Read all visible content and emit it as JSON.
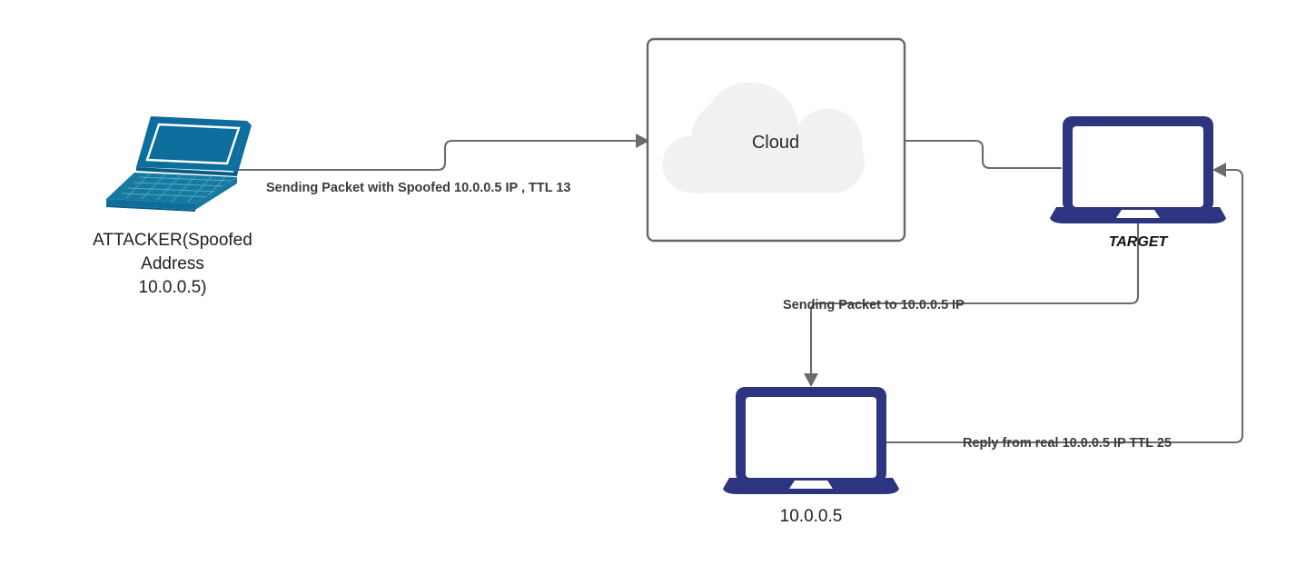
{
  "diagram": {
    "title": "IP Spoofing / TTL Reflection Network Diagram",
    "background_color": "#ffffff",
    "nodes": [
      {
        "id": "attacker",
        "icon": "laptop-isometric-icon",
        "icon_color": "#0d6d9c",
        "label_lines": [
          "ATTACKER(Spoofed",
          "Address",
          "10.0.0.5)"
        ],
        "label_style": "regular"
      },
      {
        "id": "cloud",
        "icon": "cloud-icon",
        "icon_color": "#f1f1f1",
        "frame_color": "#666666",
        "label": "Cloud",
        "label_style": "regular"
      },
      {
        "id": "target",
        "icon": "laptop-front-icon",
        "icon_color": "#2e3580",
        "label": "TARGET",
        "label_style": "bold-italic"
      },
      {
        "id": "victim",
        "icon": "laptop-front-icon",
        "icon_color": "#2e3580",
        "label": "10.0.0.5",
        "label_style": "regular"
      }
    ],
    "edges": [
      {
        "id": "attacker-to-cloud",
        "from": "attacker",
        "to": "cloud",
        "label": "Sending Packet with Spoofed 10.0.0.5 IP , TTL 13",
        "arrow": true,
        "color": "#6b6b6b"
      },
      {
        "id": "cloud-to-target",
        "from": "cloud",
        "to": "target",
        "label": "",
        "arrow": false,
        "color": "#6b6b6b"
      },
      {
        "id": "target-to-victim",
        "from": "target",
        "to": "victim",
        "label": "Sending Packet to 10.0.0.5 IP",
        "arrow": true,
        "color": "#6b6b6b"
      },
      {
        "id": "victim-to-target",
        "from": "victim",
        "to": "target",
        "label": "Reply from real 10.0.0.5 IP TTL 25",
        "arrow": true,
        "color": "#6b6b6b"
      }
    ]
  }
}
